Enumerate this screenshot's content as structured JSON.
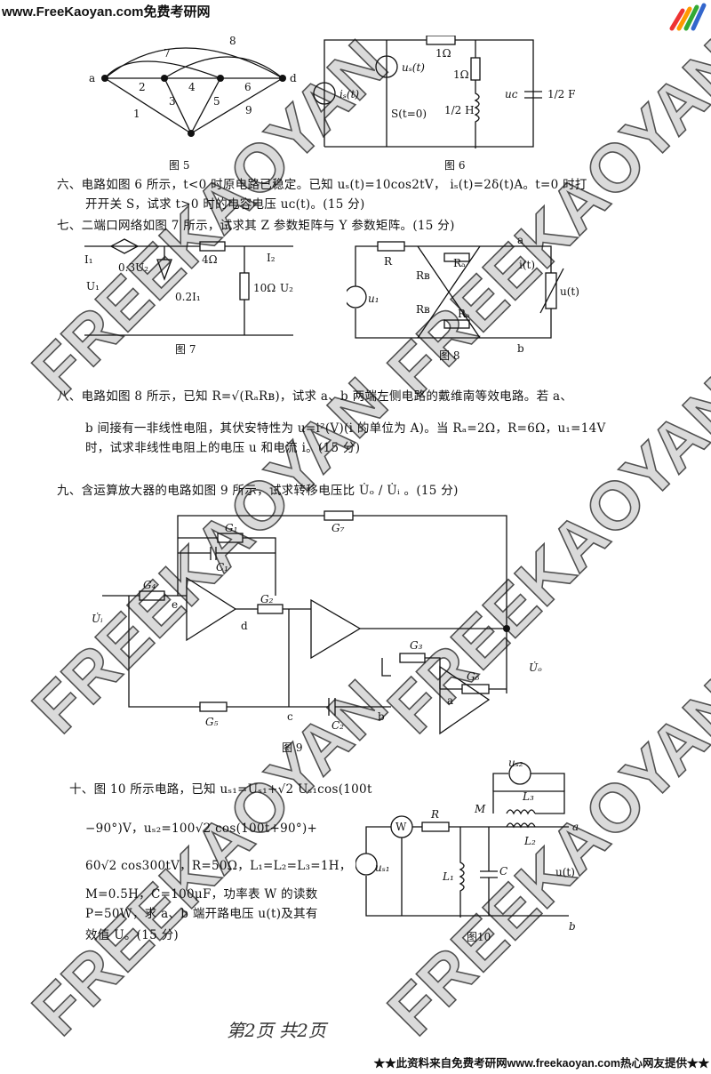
{
  "header": {
    "site": "www.FreeKaoyan.com免费考研网"
  },
  "footer": {
    "note": "★★此资料来自免费考研网www.freekaoyan.com热心网友提供★★"
  },
  "watermark": {
    "text": "FREEKAOYAN"
  },
  "page_mark": "第2页 共2页",
  "figures": {
    "fig5": {
      "caption": "图 5",
      "nodes": [
        "a",
        "d"
      ],
      "branches": [
        "1",
        "2",
        "3",
        "4",
        "5",
        "6",
        "7",
        "8",
        "9"
      ]
    },
    "fig6": {
      "caption": "图 6",
      "r1": "1Ω",
      "r2": "1Ω",
      "us": "uₛ(t)",
      "is": "iₛ(t)",
      "switch": "S(t=0)",
      "l": "1/2 H",
      "uc": "uᴄ",
      "c": "1/2 F"
    },
    "fig7": {
      "caption": "图 7",
      "i1": "I₁",
      "i2": "I₂",
      "u1": "U₁",
      "u2": "U₂",
      "dep_v": "0.3U₂",
      "dep_i": "0.2I₁",
      "r1": "4Ω",
      "r2": "10Ω"
    },
    "fig8": {
      "caption": "图 8",
      "r": "R",
      "ra1": "Rₐ",
      "ra2": "Rₐ",
      "rb1": "Rʙ",
      "rb2": "Rʙ",
      "u1": "u₁",
      "a": "a",
      "b": "b",
      "i": "i(t)",
      "u": "u(t)"
    },
    "fig9": {
      "caption": "图 9",
      "g1": "G₁",
      "g2": "G₂",
      "g3": "G₃",
      "g4": "G₄",
      "g5": "G₅",
      "g6": "G₆",
      "g7": "G₇",
      "c1": "C₁",
      "c2": "C₂",
      "ui": "U̇ᵢ",
      "uo": "U̇ₒ",
      "e": "e",
      "d": "d",
      "c": "c",
      "b": "b",
      "a": "a"
    },
    "fig10": {
      "caption": "图10",
      "us1": "uₛ₁",
      "us2": "uₛ₂",
      "w": "W",
      "r": "R",
      "l1": "L₁",
      "l2": "L₂",
      "l3": "L₃",
      "m": "M",
      "c": "C",
      "a": "a",
      "b": "b",
      "u": "u(t)"
    }
  },
  "questions": {
    "q6": [
      "六、电路如图 6 所示，t<0 时原电路已稳定。已知 uₛ(t)=10cos2tV，  iₛ(t)=2δ(t)A。t=0 时打",
      "开开关 S，试求 t>0 时的电容电压 uᴄ(t)。(15 分)"
    ],
    "q7": [
      "七、二端口网络如图 7 所示，试求其 Z 参数矩阵与 Y 参数矩阵。(15 分)"
    ],
    "q8": [
      "八、电路如图 8 所示，已知 R=√(RₐRʙ)，试求 a、b 两端左侧电路的戴维南等效电路。若 a、",
      "b 间接有一非线性电阻，其伏安特性为 u=i²(V)(i 的单位为 A)。当 Rₐ=2Ω，R=6Ω，u₁=14V",
      "时，试求非线性电阻上的电压 u 和电流 i。(15 分)"
    ],
    "q9": [
      "九、含运算放大器的电路如图 9 所示，试求转移电压比 U̇ₒ / U̇ᵢ 。(15 分)"
    ],
    "q10": [
      "十、图 10 所示电路，已知 uₛ₁=Uₛ₁+√2 Uₛ₁cos(100t",
      "−90°)V，uₛ₂=100√2 cos(100t+90°)+",
      "60√2  cos300tV，R=50Ω，L₁=L₂=L₃=1H，",
      "M=0.5H，C=100μF，功率表 W 的读数",
      "P=50W，求 a、b 端开路电压 u(t)及其有",
      "效值 U。(15 分)"
    ]
  }
}
